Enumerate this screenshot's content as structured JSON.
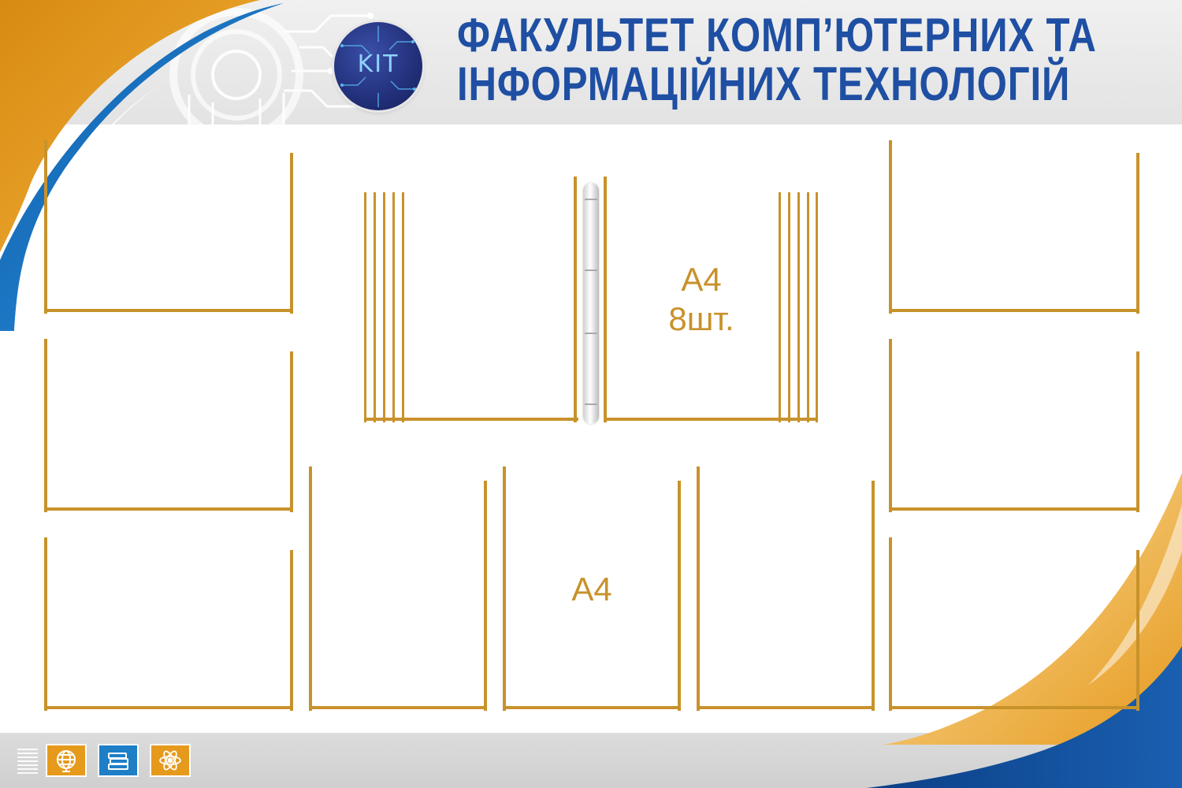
{
  "header": {
    "title_line1": "ФАКУЛЬТЕТ КОМП’ЮТЕРНИХ ТА",
    "title_line2": "ІНФОРМАЦІЙНИХ ТЕХНОЛОГІЙ",
    "logo_text": "KIT"
  },
  "binder_label": {
    "format": "A4",
    "count": "8шт."
  },
  "center_pocket_label": "A4",
  "footer_icons": [
    "globe-icon",
    "books-icon",
    "atom-icon"
  ],
  "colors": {
    "title_blue": "#1f4fa3",
    "accent_orange": "#e59a1c",
    "accent_blue": "#1f7fc6",
    "pocket_gold": "#c8922b"
  }
}
